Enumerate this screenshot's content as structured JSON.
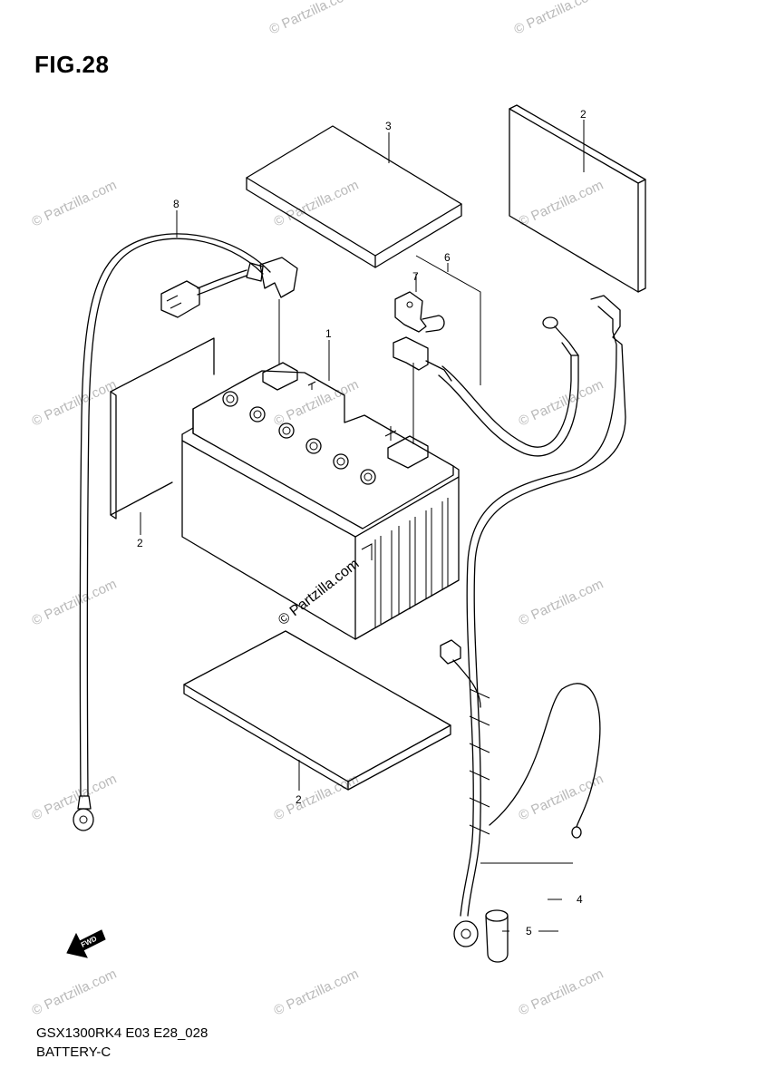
{
  "figure": {
    "title": "FIG.28"
  },
  "footer": {
    "model_code": "GSX1300RK4 E03 E28_028",
    "diagram_name": "BATTERY-C"
  },
  "callouts": [
    {
      "id": "callout-1",
      "label": "1"
    },
    {
      "id": "callout-2-top",
      "label": "2"
    },
    {
      "id": "callout-2-left",
      "label": "2"
    },
    {
      "id": "callout-2-bottom",
      "label": "2"
    },
    {
      "id": "callout-3",
      "label": "3"
    },
    {
      "id": "callout-4",
      "label": "4"
    },
    {
      "id": "callout-5",
      "label": "5"
    },
    {
      "id": "callout-6",
      "label": "6"
    },
    {
      "id": "callout-7",
      "label": "7"
    },
    {
      "id": "callout-8",
      "label": "8"
    }
  ],
  "watermark": {
    "text": "© Partzilla.com",
    "center_text": "© Partzilla.com"
  },
  "fwd_arrow": {
    "label": "FWD"
  },
  "colors": {
    "line": "#000000",
    "watermark": "#b9b9b9",
    "background": "#ffffff"
  }
}
